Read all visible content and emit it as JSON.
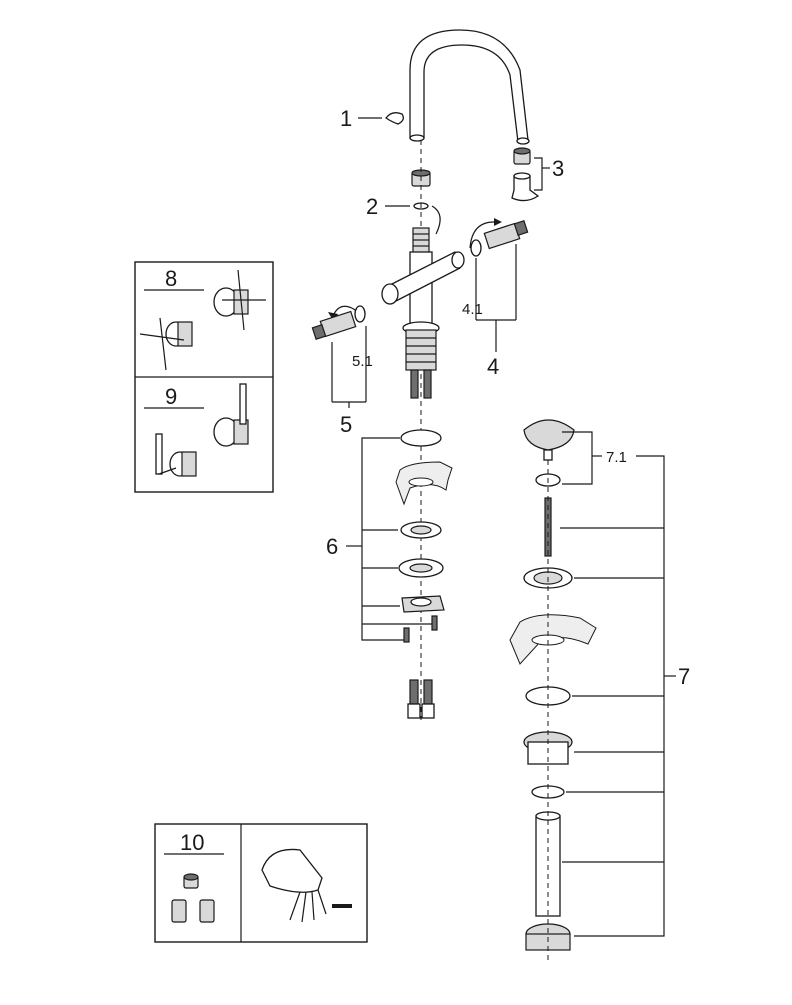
{
  "callouts": {
    "c1": "1",
    "c2": "2",
    "c3": "3",
    "c4": "4",
    "c41": "4.1",
    "c5": "5",
    "c51": "5.1",
    "c6": "6",
    "c7": "7",
    "c71": "7.1",
    "c8": "8",
    "c9": "9",
    "c10": "10"
  },
  "colors": {
    "line": "#1a1a1a",
    "fill_light": "#d9d9d9",
    "fill_dark": "#6e6e6e"
  },
  "icons": [
    "faucet-spout",
    "faucet-body",
    "cartridge",
    "o-ring",
    "aerator",
    "cross-handle",
    "lever-handle",
    "pop-up-waste",
    "flush-spout"
  ]
}
